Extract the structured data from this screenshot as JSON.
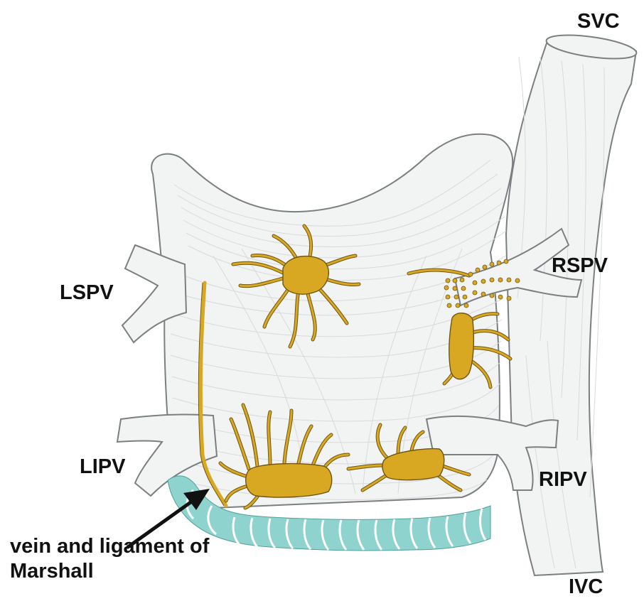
{
  "labels": {
    "svc": "SVC",
    "rspv": "RSPV",
    "lspv": "LSPV",
    "lipv": "LIPV",
    "ripv": "RIPV",
    "ivc": "IVC",
    "marshall": "vein and ligament of Marshall"
  },
  "colors": {
    "atrium_fill": "#f2f3f3",
    "outline": "#7b7f81",
    "fiber": "#d7dadc",
    "ganglion": "#d8a823",
    "ganglion_outline": "#6f5510",
    "marshall_vein": "#8fd3cf",
    "arrow": "#111111",
    "text": "#111111"
  }
}
